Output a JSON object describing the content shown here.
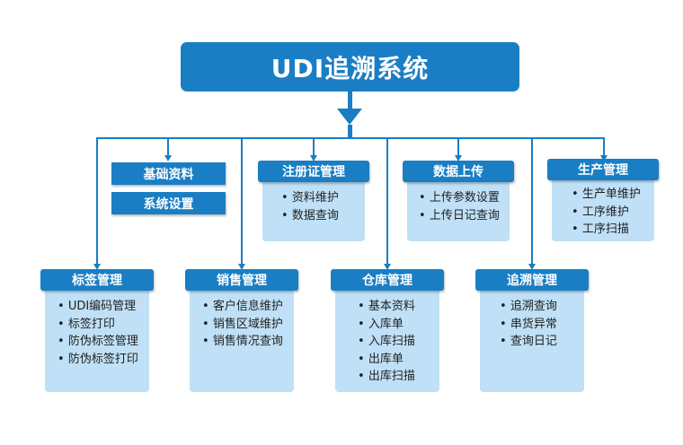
{
  "title": "UDI追溯系统",
  "colors": {
    "primary": "#1a7ec4",
    "panel": "#bfe0f6"
  },
  "top_row": {
    "basic_data": "基础资料",
    "system_settings": "系统设置",
    "registration": {
      "title": "注册证管理",
      "items": [
        "资料维护",
        "数据查询"
      ]
    },
    "data_upload": {
      "title": "数据上传",
      "items": [
        "上传参数设置",
        "上传日记查询"
      ]
    },
    "production": {
      "title": "生产管理",
      "items": [
        "生产单维护",
        "工序维护",
        "工序扫描"
      ]
    }
  },
  "bottom_row": {
    "label": {
      "title": "标签管理",
      "items": [
        "UDI编码管理",
        "标签打印",
        "防伪标签管理",
        "防伪标签打印"
      ]
    },
    "sales": {
      "title": "销售管理",
      "items": [
        "客户信息维护",
        "销售区域维护",
        "销售情况查询"
      ]
    },
    "warehouse": {
      "title": "仓库管理",
      "items": [
        "基本资料",
        "入库单",
        "入库扫描",
        "出库单",
        "出库扫描"
      ]
    },
    "trace": {
      "title": "追溯管理",
      "items": [
        "追溯查询",
        "串货异常",
        "查询日记"
      ]
    }
  }
}
